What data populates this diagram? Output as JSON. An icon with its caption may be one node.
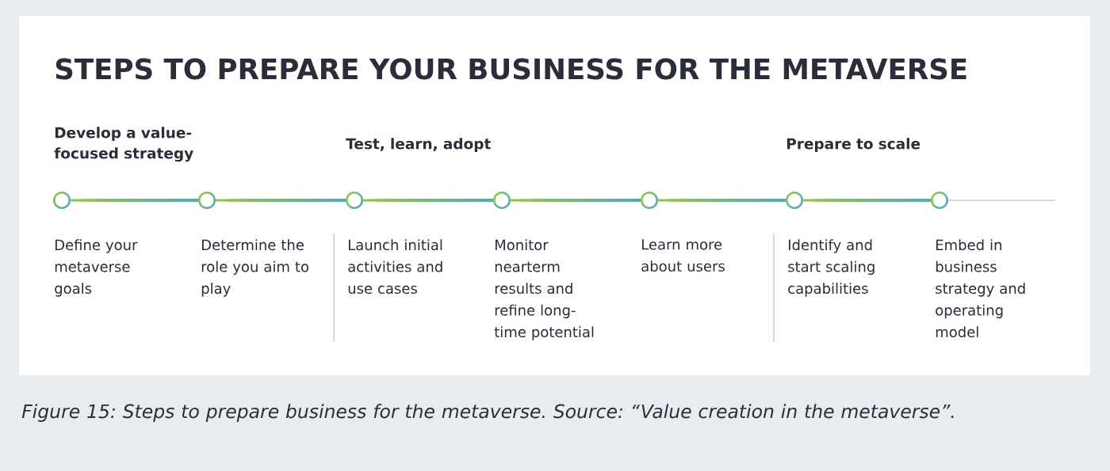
{
  "diagram": {
    "title": "STEPS TO PREPARE YOUR BUSINESS FOR THE METAVERSE",
    "caption": "Figure 15: Steps to prepare business for the metaverse. Source: “Value creation in the metaverse”.",
    "nodes": [
      {
        "text": [],
        "shape": "circle",
        "beside": [
          "Define your metaverse goals"
        ]
      },
      {
        "text": [],
        "shape": "circle",
        "beside": [
          "Determine the role you aim to play"
        ]
      },
      {
        "text": [],
        "shape": "circle",
        "beside": [
          "Launch initial activities and use cases"
        ]
      },
      {
        "text": [],
        "shape": "circle",
        "beside": [
          "Monitor nearterm results and refine long-time potential"
        ]
      },
      {
        "text": [],
        "shape": "circle",
        "beside": [
          "Learn more about users"
        ]
      },
      {
        "text": [],
        "shape": "circle",
        "beside": [
          "Identify and start scaling capabilities"
        ]
      },
      {
        "text": [],
        "shape": "circle",
        "beside": [
          "Embed in business strategy and operating model"
        ]
      }
    ],
    "edges": [
      {
        "from": 0,
        "to": 1,
        "arrow": "none"
      },
      {
        "from": 1,
        "to": 2,
        "arrow": "none"
      },
      {
        "from": 2,
        "to": 3,
        "arrow": "none"
      },
      {
        "from": 3,
        "to": 4,
        "arrow": "none"
      },
      {
        "from": 4,
        "to": 5,
        "arrow": "none"
      },
      {
        "from": 5,
        "to": 6,
        "arrow": "none"
      },
      {
        "from": 6,
        "to": null,
        "arrow": "none",
        "color": "#d9d9d9"
      }
    ],
    "labels": [
      "Develop a value-focused strategy",
      "Test, learn, adopt",
      "Prepare to scale"
    ]
  }
}
